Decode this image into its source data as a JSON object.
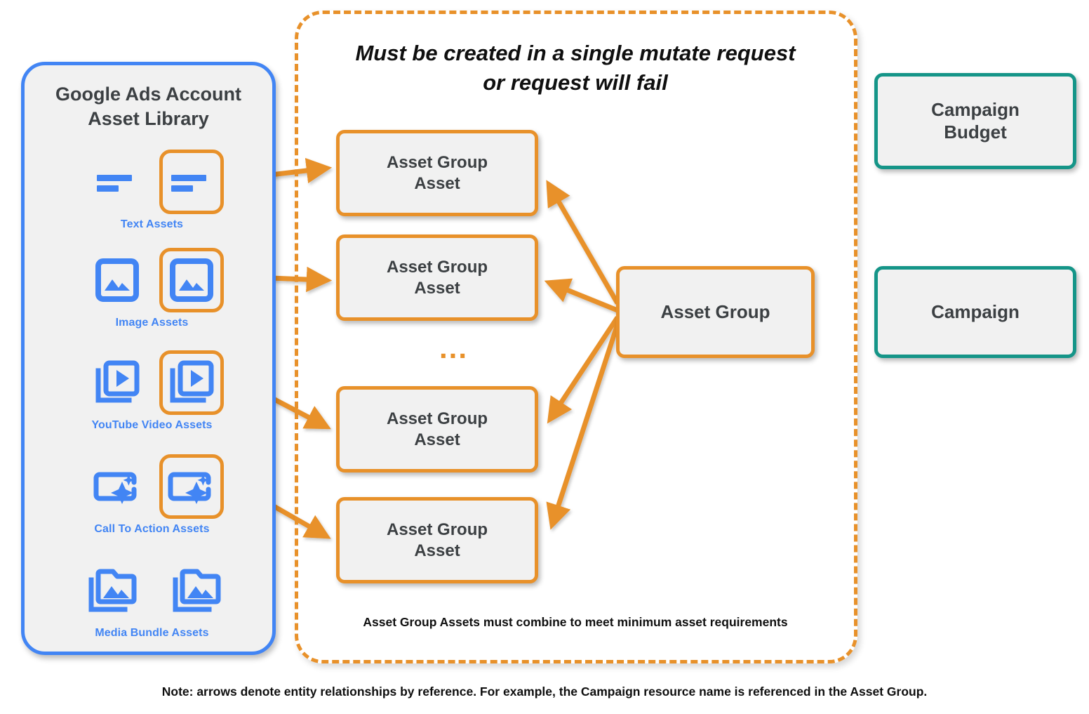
{
  "diagram": {
    "title": "Google Ads Performance Max asset group structure",
    "colors": {
      "orange": "#E8912A",
      "blue": "#4285F4",
      "teal": "#159588",
      "node_fill": "#f1f1f1",
      "text_dark": "#3c4043"
    }
  },
  "library": {
    "title": "Google Ads Account\nAsset Library",
    "title_line1": "Google Ads Account",
    "title_line2": "Asset Library",
    "rows": [
      {
        "label": "Text Assets",
        "icon": "text-asset-icon",
        "highlighted": true
      },
      {
        "label": "Image Assets",
        "icon": "image-asset-icon",
        "highlighted": true
      },
      {
        "label": "YouTube Video  Assets",
        "icon": "youtube-video-asset-icon",
        "highlighted": true
      },
      {
        "label": "Call To Action Assets",
        "icon": "call-to-action-asset-icon",
        "highlighted": true
      },
      {
        "label": "Media Bundle  Assets",
        "icon": "media-bundle-asset-icon",
        "highlighted": false
      }
    ]
  },
  "mutate_container": {
    "title_line1": "Must be created in a single mutate request",
    "title_line2": "or request will fail",
    "footer": "Asset Group Assets must combine to meet minimum asset requirements",
    "ellipsis": "...",
    "asset_group_assets": [
      {
        "label": "Asset Group\nAsset",
        "line1": "Asset Group",
        "line2": "Asset"
      },
      {
        "label": "Asset Group\nAsset",
        "line1": "Asset Group",
        "line2": "Asset"
      },
      {
        "label": "Asset Group\nAsset",
        "line1": "Asset Group",
        "line2": "Asset"
      },
      {
        "label": "Asset Group\nAsset",
        "line1": "Asset Group",
        "line2": "Asset"
      }
    ]
  },
  "nodes": {
    "asset_group": "Asset Group",
    "campaign_budget_line1": "Campaign",
    "campaign_budget_line2": "Budget",
    "campaign": "Campaign"
  },
  "note": "Note: arrows denote entity relationships by reference. For example, the Campaign resource name is referenced in the Asset Group."
}
